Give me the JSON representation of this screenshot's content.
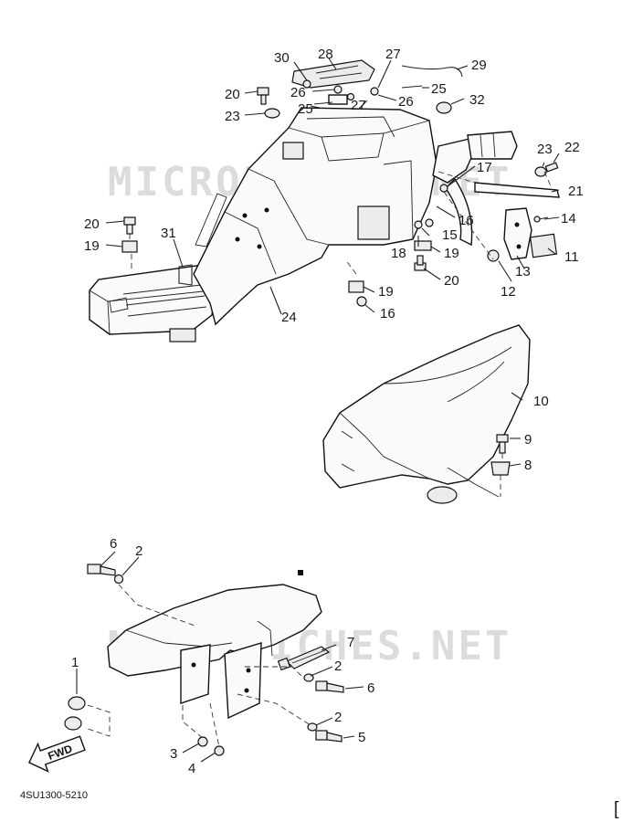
{
  "watermark": {
    "top": "MICROFICHES.NET",
    "bottom": "MICROFICHES.NET"
  },
  "diagram_code": "4SU1300-5210",
  "forward_label": "FWD",
  "bracket_mark": "[",
  "callouts": {
    "c1": "1",
    "c2a": "2",
    "c2b": "2",
    "c2c": "2",
    "c3": "3",
    "c4": "4",
    "c5": "5",
    "c6a": "6",
    "c6b": "6",
    "c7": "7",
    "c8": "8",
    "c9": "9",
    "c10": "10",
    "c11": "11",
    "c12": "12",
    "c13": "13",
    "c14": "14",
    "c15": "15",
    "c16a": "16",
    "c16b": "16",
    "c17": "17",
    "c18": "18",
    "c19a": "19",
    "c19b": "19",
    "c19c": "19",
    "c20a": "20",
    "c20b": "20",
    "c20c": "20",
    "c21": "21",
    "c22": "22",
    "c23a": "23",
    "c23b": "23",
    "c24": "24",
    "c25a": "25",
    "c25b": "25",
    "c26a": "26",
    "c26b": "26",
    "c27a": "27",
    "c27b": "27",
    "c28": "28",
    "c29": "29",
    "c30": "30",
    "c31": "31",
    "c32": "32"
  }
}
